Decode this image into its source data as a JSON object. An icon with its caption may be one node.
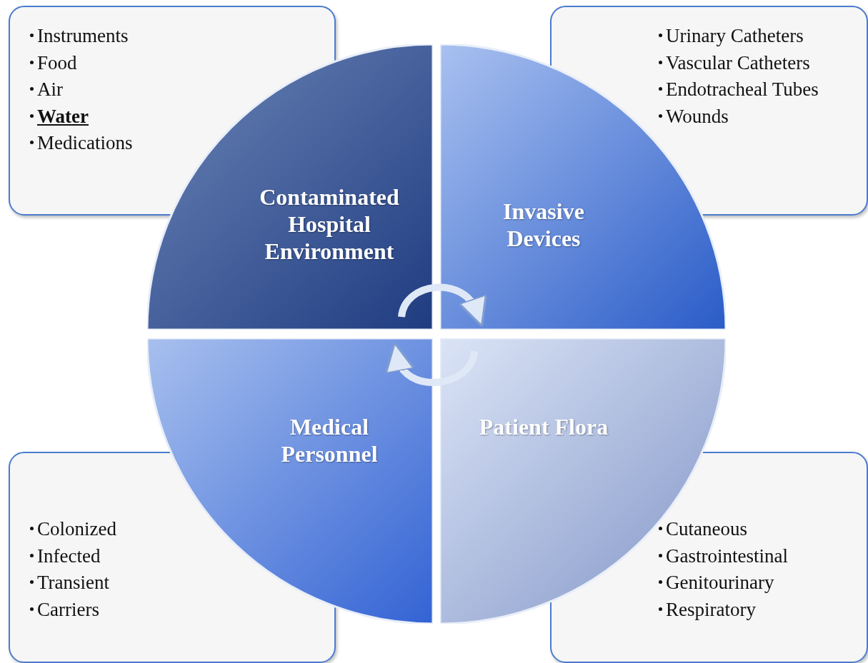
{
  "diagram": {
    "nodes": [
      {
        "text": [
          "Instruments",
          "Food",
          "Air",
          "Water",
          "Medications"
        ]
      },
      {
        "text": [
          "Urinary Catheters",
          "Vascular Catheters",
          "Endotracheal Tubes",
          "Wounds"
        ]
      },
      {
        "text": [
          "Contaminated Hospital Environment"
        ]
      },
      {
        "text": [
          "Invasive Devices"
        ]
      },
      {
        "text": [
          "Medical Personnel"
        ]
      },
      {
        "text": [
          "Patient Flora"
        ]
      },
      {
        "text": [
          "Colonized",
          "Infected",
          "Transient",
          "Carriers"
        ]
      },
      {
        "text": [
          "Cutaneous",
          "Gastrointestinal",
          "Genitourinary",
          "Respiratory"
        ]
      }
    ],
    "edges": [
      {
        "from": 2,
        "to": 3,
        "arrow": "to"
      },
      {
        "from": 5,
        "to": 4,
        "arrow": "to"
      }
    ]
  }
}
